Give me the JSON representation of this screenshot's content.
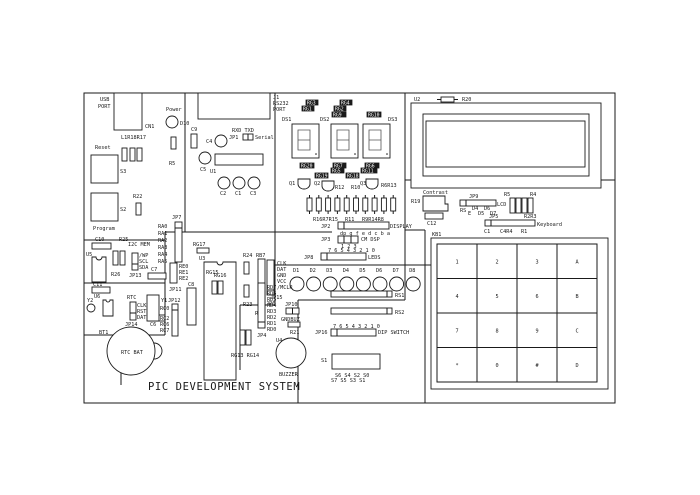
{
  "board": {
    "title": "PIC DEVELOPMENT SYSTEM"
  },
  "usb": {
    "label_1": "USB",
    "label_2": "PORT",
    "connector": "CN1"
  },
  "power": {
    "label": "Power",
    "led": "D10",
    "resistor": "R5"
  },
  "reset": {
    "label": "Reset",
    "switch": "S3",
    "resistors": "L1R18R17"
  },
  "program": {
    "label": "Program",
    "switch": "S2",
    "resistor": "R22"
  },
  "serial": {
    "connector_1": "J1",
    "connector_2": "RS232",
    "connector_3": "PORT",
    "rxtx": "RXD TXD",
    "jumper": "JP1",
    "jumper_label": "Serial",
    "caps": [
      "C4",
      "C5",
      "C2",
      "C1",
      "C3",
      "C9"
    ],
    "ic": "U1"
  },
  "seven_seg": {
    "displays": [
      "DS1",
      "DS2",
      "DS3"
    ],
    "top_resistors": [
      "RG3",
      "RG1",
      "RG4",
      "RG2",
      "RG9",
      "RG10"
    ],
    "bottom_resistors": [
      "RG20",
      "RG7",
      "RG5",
      "RG19",
      "RG6",
      "RG18",
      "RG11"
    ],
    "transistors": [
      "Q1",
      "Q2",
      "Q3"
    ],
    "labels": [
      "R12",
      "R10",
      "R6R13"
    ],
    "res_row_label_1": "R16R7R15",
    "res_row_label_2": "R11",
    "res_row_label_3": "R9R14R8",
    "display_jumper": "JP2",
    "display_label": "DISPLAY",
    "seg_labels": "dp g f e d c b a",
    "jp3": "JP3",
    "cm_dsp": "CM DSP",
    "jp3_pins": "1 2 3"
  },
  "lcd": {
    "ic": "U2",
    "resistor": "R20",
    "contrast": "Contrast",
    "pot": "R19",
    "cap": "C12",
    "jumper": "JP9",
    "jumper_label": "LCD",
    "pins": [
      "RS",
      "E",
      "D4",
      "D5",
      "D6",
      "D7"
    ],
    "resistors_top": [
      "R5",
      "R4"
    ]
  },
  "keyboard": {
    "jumper": "JP5",
    "jumper_label": "Keyboard",
    "res_label": "R2R3",
    "under_labels": [
      "C1",
      "C4R4",
      "R1"
    ],
    "pad": "KB1",
    "keys": [
      [
        "1",
        "2",
        "3",
        "A"
      ],
      [
        "4",
        "5",
        "6",
        "B"
      ],
      [
        "7",
        "8",
        "9",
        "C"
      ],
      [
        "*",
        "0",
        "#",
        "D"
      ]
    ]
  },
  "leds": {
    "numbers": "7 6 5 4 3 2 1 0",
    "jumper": "JP8",
    "label": "LEDS",
    "items": [
      "D1",
      "D2",
      "D3",
      "D4",
      "D5",
      "D6",
      "D7",
      "D8"
    ],
    "rs1": "RS1",
    "rs2": "RS2"
  },
  "dip": {
    "numbers": "7 6 5 4 3 2 1 0",
    "jumper": "JP16",
    "label": "DIP SWITCH",
    "switch": "S1",
    "bottom_row_1": "S6  S4  S2  S0",
    "bottom_row_2": "S7  S5  S3  S1"
  },
  "buzzer": {
    "jumper": "JP10",
    "pins": "GNDBUZ",
    "resistor": "R21",
    "ic": "U4",
    "label": "BUZZER"
  },
  "mcu": {
    "ic": "U3",
    "r17": "RG17",
    "r24": "R24",
    "r23": "R23",
    "rb7": "RB7",
    "rb0": "RB0",
    "jp6": "JP6",
    "icsp": [
      "CLK",
      "DAT",
      "GND",
      "VCC",
      "/MCLR"
    ],
    "jp15": "JP15",
    "rd": [
      "RD7",
      "RD6",
      "RD5",
      "RD4",
      "RD3",
      "RD2",
      "RD1",
      "RD0"
    ],
    "jp4": "JP4",
    "rg15": "RG15",
    "rg16": "RG16",
    "rg13": "RG13 RG14"
  },
  "porta": {
    "jumper": "JP7",
    "pins": [
      "RA0",
      "RA1",
      "RA2",
      "RA3",
      "RA4",
      "RA5"
    ]
  },
  "porte": {
    "jumper": "JP11",
    "pins": [
      "RE0",
      "RE1",
      "RE2"
    ],
    "cap": "C8"
  },
  "i2c": {
    "cap": "C10",
    "ic": "U5",
    "resistor": "R25",
    "resistor2": "R26",
    "label": "I2C MEM",
    "pins": [
      "/WP",
      "SCL",
      "SDA"
    ],
    "jumper": "JP13",
    "cap2": "C11",
    "cap3": "C7"
  },
  "rtc": {
    "ic": "U6",
    "crystal": "Y2",
    "label": "RTC",
    "pins": [
      "CLK",
      "RST",
      "DAT"
    ],
    "jumper": "JP14",
    "battery": "BT1",
    "battery_label": "RTC BAT",
    "cap": "C6"
  },
  "portc": {
    "crystal": "Y1",
    "jumper": "JP12",
    "pins": [
      "RC0",
      "RC2",
      "RC6",
      "RC7"
    ]
  }
}
